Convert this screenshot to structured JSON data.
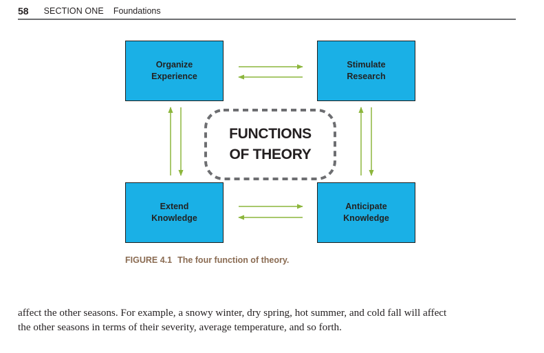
{
  "header": {
    "page_number": "58",
    "section": "SECTION ONE",
    "section_title": "Foundations"
  },
  "diagram": {
    "boxes": {
      "top_left": [
        "Organize",
        "Experience"
      ],
      "top_right": [
        "Stimulate",
        "Research"
      ],
      "bottom_left": [
        "Extend",
        "Knowledge"
      ],
      "bottom_right": [
        "Anticipate",
        "Knowledge"
      ]
    },
    "center": [
      "FUNCTIONS",
      "OF THEORY"
    ],
    "colors": {
      "box_fill": "#1ab0e6",
      "arrow": "#8cb63c",
      "dashed_border": "#6d6e71",
      "caption": "#8a6b52"
    }
  },
  "caption": {
    "figure_label": "FIGURE 4.1",
    "text": "The four function of theory."
  },
  "body": {
    "lines": [
      "affect the other seasons. For example, a snowy winter, dry spring, hot summer, and cold fall will affect",
      "the other seasons in terms of their severity, average temperature, and so forth."
    ]
  }
}
